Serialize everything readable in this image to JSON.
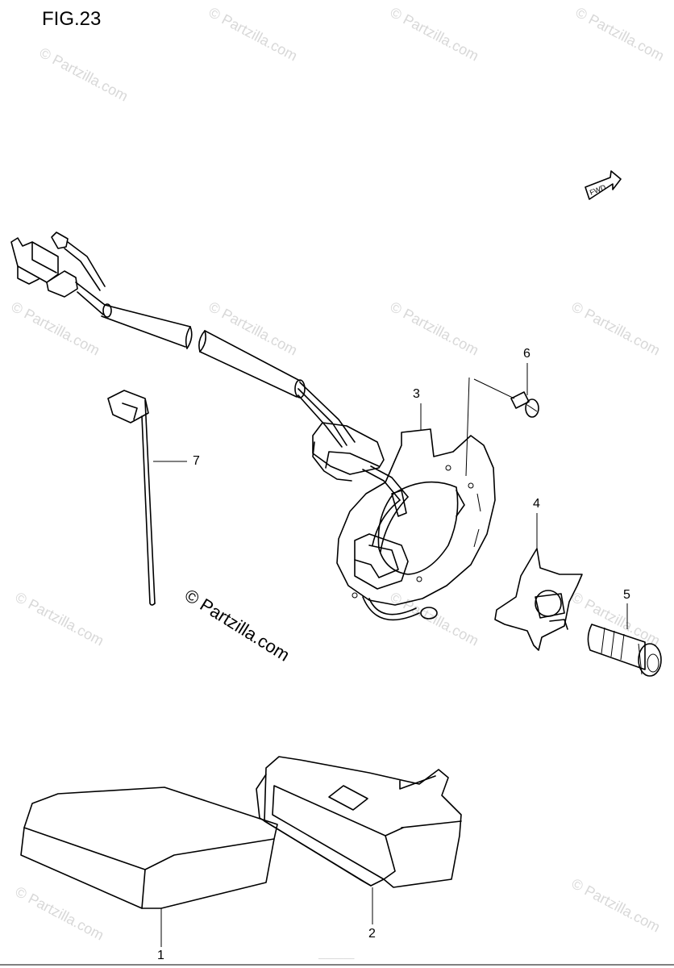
{
  "figure": {
    "title": "FIG.23"
  },
  "fwd_label": "FWD",
  "callouts": [
    "1",
    "2",
    "3",
    "4",
    "5",
    "6",
    "7"
  ],
  "watermark": {
    "small": "© Partzilla.com",
    "large": "© Partzilla.com"
  },
  "fine_print": "________________"
}
